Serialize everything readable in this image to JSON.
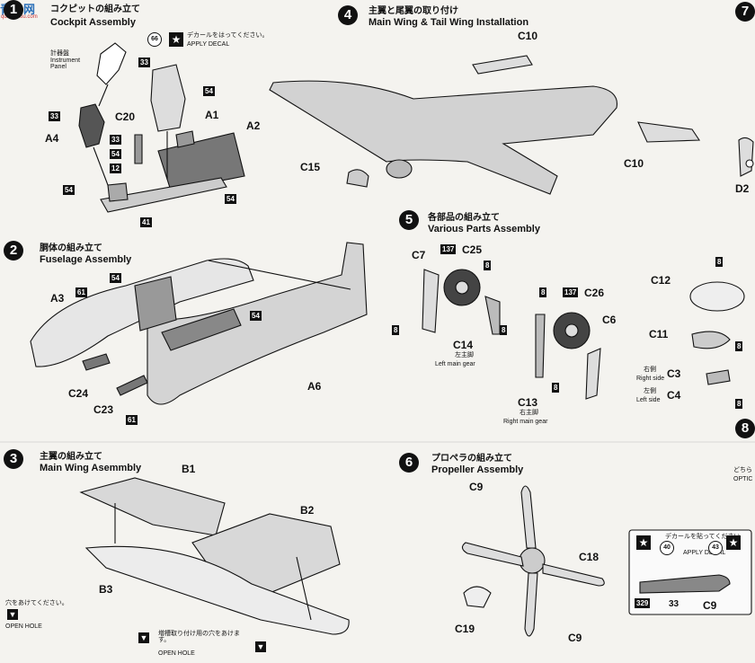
{
  "watermark": {
    "main": "青岛网",
    "sub": "qdc.oshou.com"
  },
  "steps": [
    {
      "number": "1",
      "title_jp": "コクピットの組み立て",
      "title_en": "Cockpit Assembly"
    },
    {
      "number": "2",
      "title_jp": "胴体の組み立て",
      "title_en": "Fuselage Assembly"
    },
    {
      "number": "3",
      "title_jp": "主翼の組み立て",
      "title_en": "Main Wing Asemmbly"
    },
    {
      "number": "4",
      "title_jp": "主翼と尾翼の取り付け",
      "title_en": "Main Wing & Tail Wing Installation"
    },
    {
      "number": "5",
      "title_jp": "各部品の組み立て",
      "title_en": "Various Parts Assembly"
    },
    {
      "number": "6",
      "title_jp": "プロペラの組み立て",
      "title_en": "Propeller Assembly"
    },
    {
      "number": "7",
      "title_jp": "",
      "title_en": ""
    },
    {
      "number": "8",
      "title_jp": "",
      "title_en": ""
    }
  ],
  "decal_note": {
    "jp": "デカールをはってください。",
    "en": "APPLY DECAL"
  },
  "decal_note2": {
    "jp": "デカールを貼ってください",
    "en": "APPLY DECAL"
  },
  "hole_note": {
    "jp": "穴をあけてください。",
    "en": "OPEN HOLE"
  },
  "hole_note2": {
    "jp": "増槽取り付け用の穴をあけます。",
    "en": "OPEN HOLE"
  },
  "instrument_panel": {
    "jp": "計器盤",
    "en": "Instrument Panel"
  },
  "left_main_gear": {
    "jp": "左主脚",
    "en": "Left main gear"
  },
  "right_main_gear": {
    "jp": "右主脚",
    "en": "Right main gear"
  },
  "right_side": {
    "jp": "右側",
    "en": "Right side"
  },
  "left_side": {
    "jp": "左側",
    "en": "Left side"
  },
  "option_text": {
    "jp": "どちら",
    "en": "OPTIC"
  },
  "parts": {
    "A1": "A1",
    "A2": "A2",
    "A3": "A3",
    "A4": "A4",
    "A6": "A6",
    "B1": "B1",
    "B2": "B2",
    "B3": "B3",
    "C20": "C20",
    "C10a": "C10",
    "C10b": "C10",
    "C15": "C15",
    "C7": "C7",
    "C25": "C25",
    "C26": "C26",
    "C6": "C6",
    "C14": "C14",
    "C13": "C13",
    "C12": "C12",
    "C11": "C11",
    "C3": "C3",
    "C4": "C4",
    "C24": "C24",
    "C23": "C23",
    "C9a": "C9",
    "C9b": "C9",
    "C9c": "C9",
    "C18": "C18",
    "C19": "C19",
    "D2": "D2"
  },
  "color_codes": {
    "c33a": "33",
    "c54a": "54",
    "c33b": "33",
    "c33c": "33",
    "c54b": "54",
    "c12": "12",
    "c54c": "54",
    "c54d": "54",
    "c41": "41",
    "c61a": "61",
    "c54e": "54",
    "c54f": "54",
    "c61b": "61",
    "c137a": "137",
    "c8a": "8",
    "c8b": "8",
    "c8c": "8",
    "c8d": "8",
    "c137b": "137",
    "c8e": "8",
    "c8f": "8",
    "c8g": "8",
    "c8h": "8",
    "c329": "329",
    "c33d": "33"
  },
  "decals": {
    "d66": "66",
    "d40": "40",
    "d43": "43"
  },
  "colors": {
    "ink": "#111111",
    "paper": "#f4f3ef",
    "watermark": "#2a6fb8"
  }
}
